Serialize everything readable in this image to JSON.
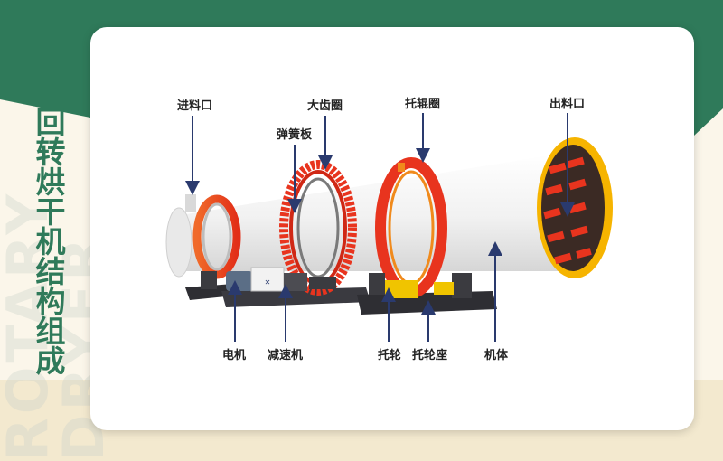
{
  "title": "回转烘干机结构组成",
  "watermark": "ROTARY DRYER",
  "labels": {
    "feed_inlet": "进料口",
    "big_gear_ring": "大齿圈",
    "spring_plate": "弹簧板",
    "riding_ring": "托辊圈",
    "discharge_outlet": "出料口",
    "motor": "电机",
    "reducer": "减速机",
    "supporting_wheel": "托轮",
    "wheel_base": "托轮座",
    "body": "机体"
  },
  "colors": {
    "brand_green": "#2f7a5a",
    "accent_red": "#e8341e",
    "accent_orange": "#f08a1c",
    "cylinder": "#f4f4f4",
    "base_dark": "#2e2e33",
    "arrow": "#2a3a6e"
  }
}
